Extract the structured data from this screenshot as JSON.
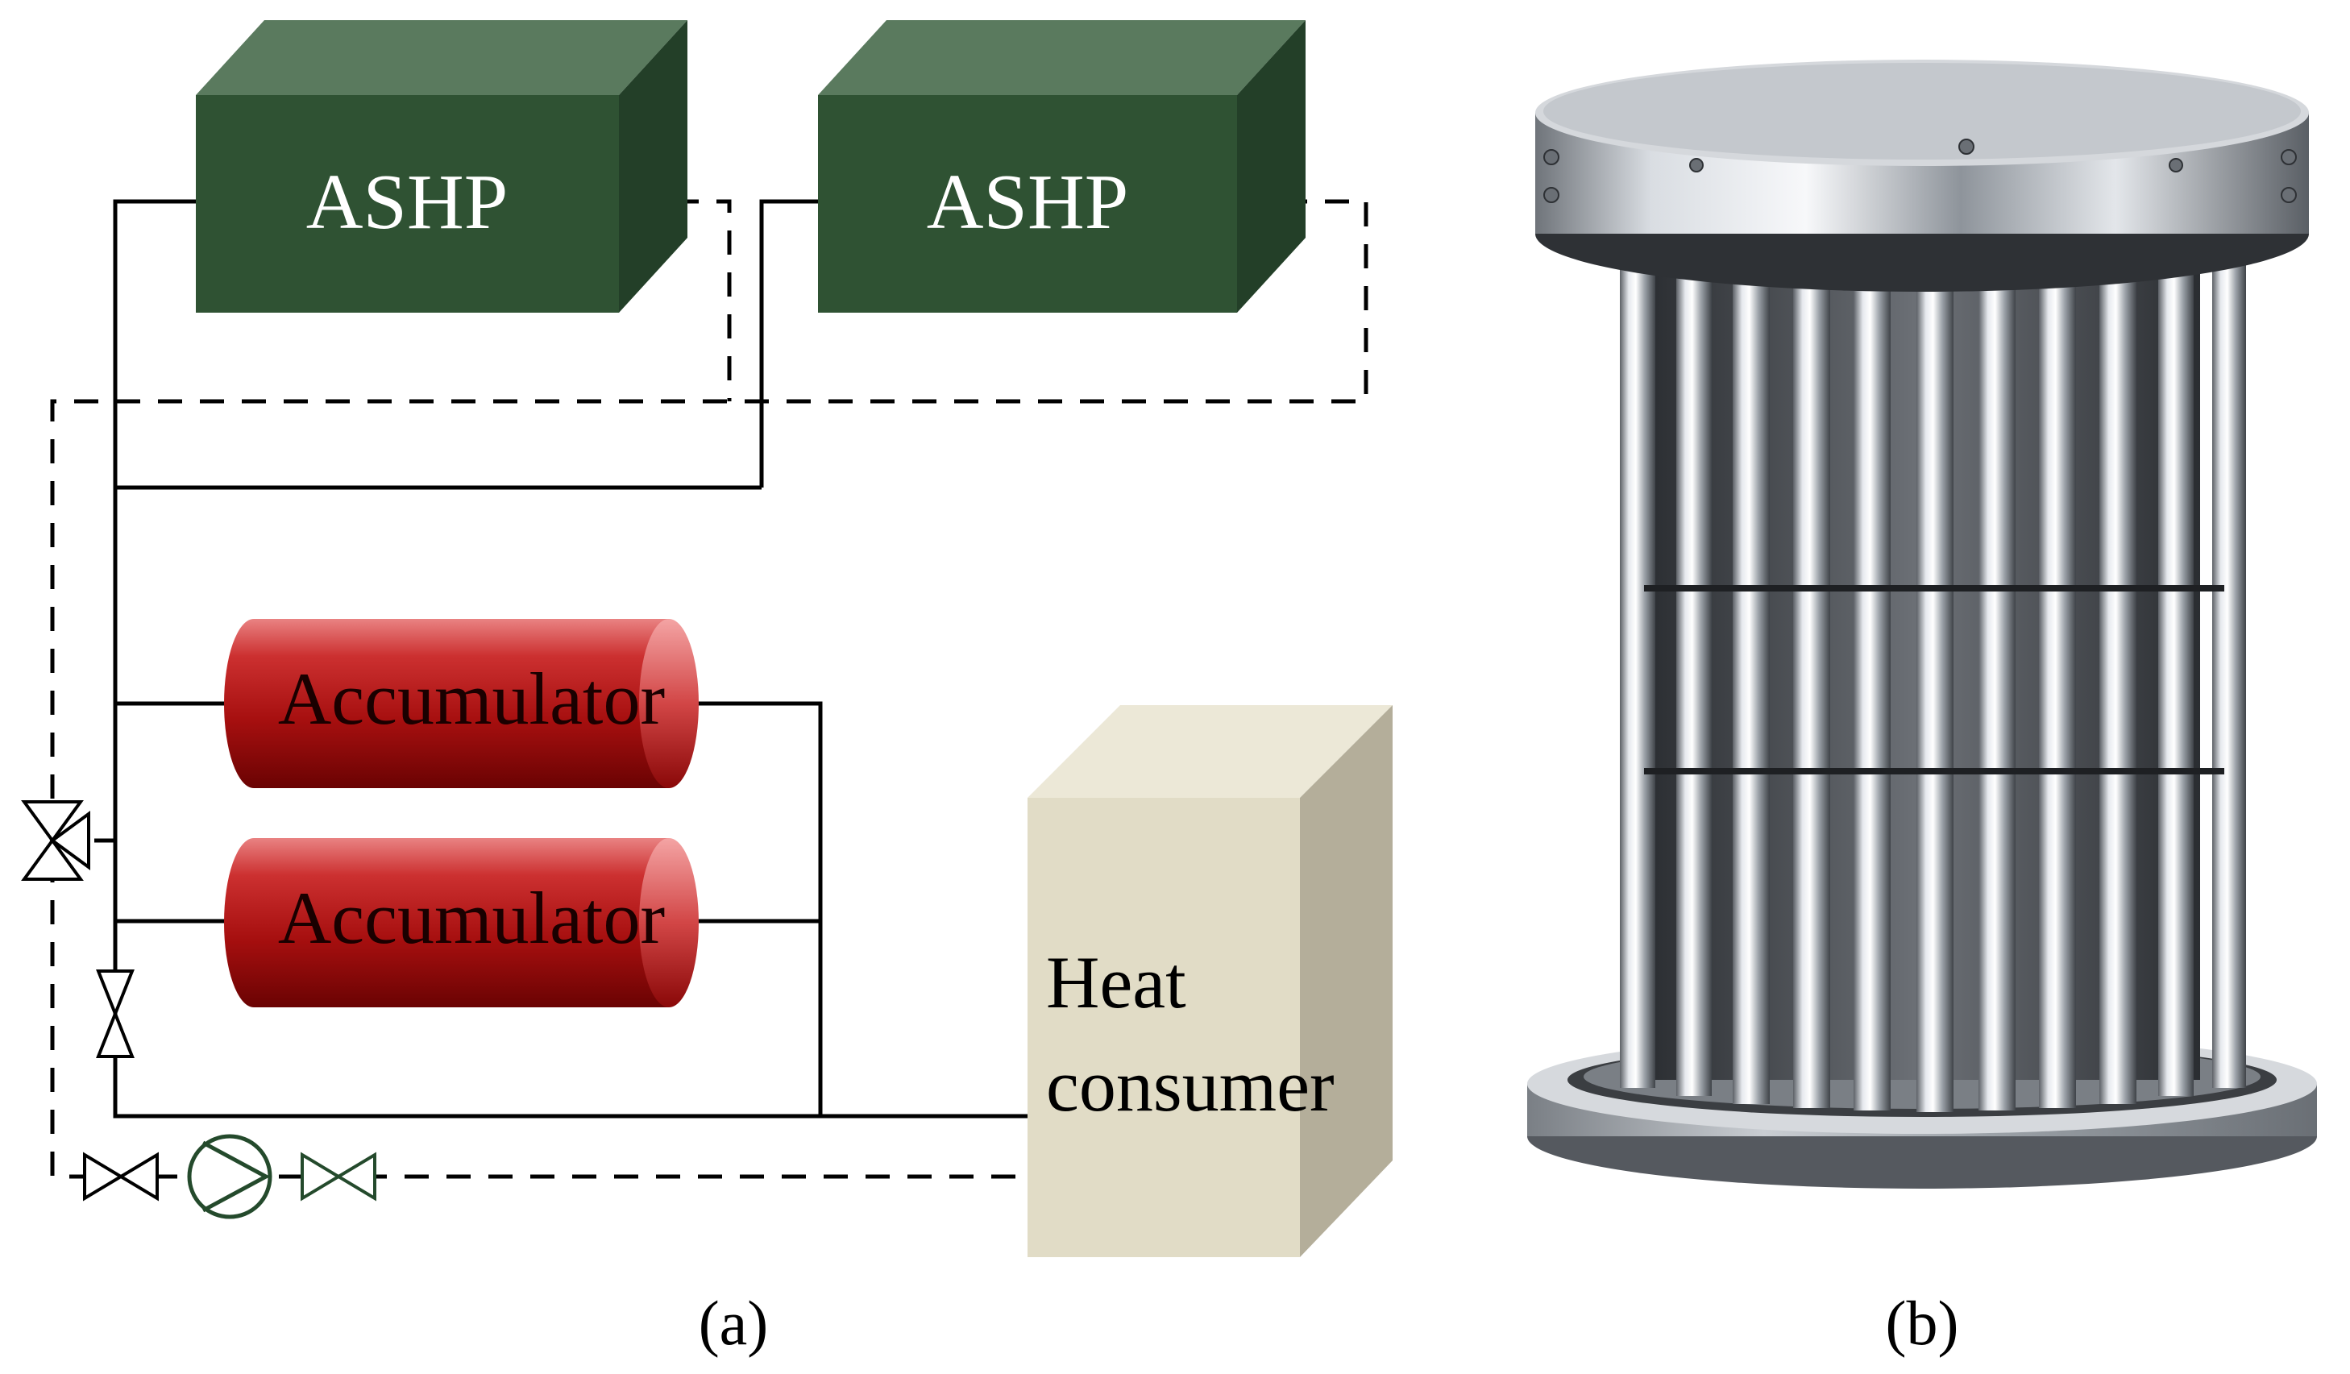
{
  "panel_a": {
    "label": "(a)",
    "ashp_left": "ASHP",
    "ashp_right": "ASHP",
    "accumulator_top": "Accumulator",
    "accumulator_bottom": "Accumulator",
    "heat_consumer_line1": "Heat",
    "heat_consumer_line2": "consumer"
  },
  "panel_b": {
    "label": "(b)"
  },
  "colors": {
    "ashp_front": "#2f5233",
    "ashp_top": "#5a7a5e",
    "ashp_side": "#233f28",
    "accumulator": "#b01818",
    "heat_consumer_front": "#e1dcc6",
    "heat_consumer_side": "#b4ae9a",
    "pump": "#244a2c"
  }
}
